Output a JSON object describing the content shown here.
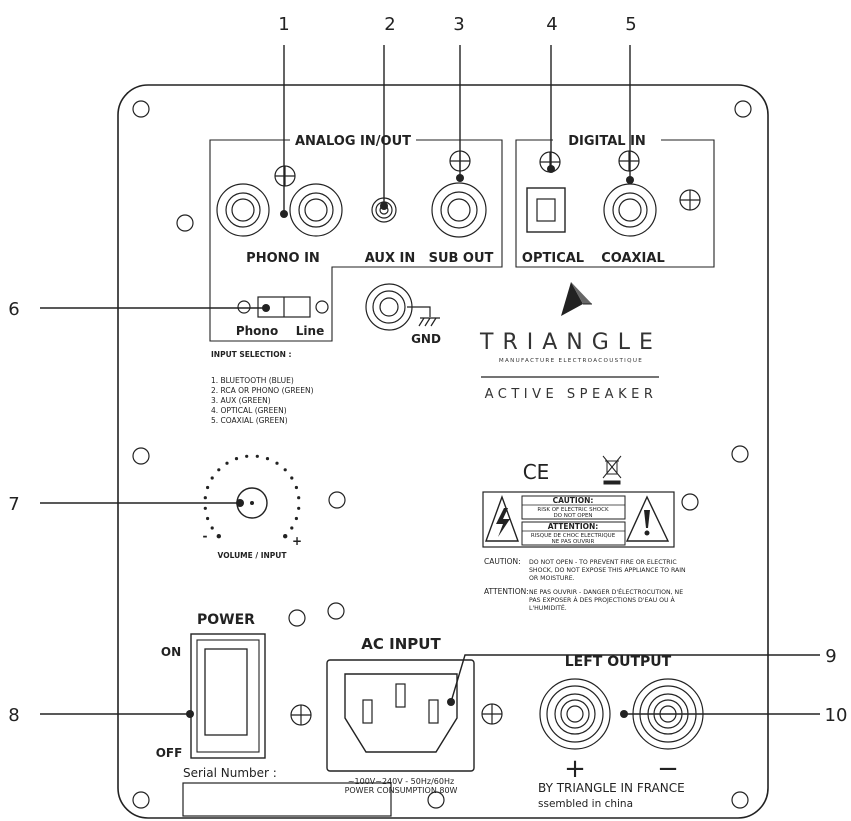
{
  "callouts": {
    "c1": "1",
    "c2": "2",
    "c3": "3",
    "c4": "4",
    "c5": "5",
    "c6": "6",
    "c7": "7",
    "c8": "8",
    "c9": "9",
    "c10": "10"
  },
  "panel": {
    "analog_title": "ANALOG IN/OUT",
    "digital_title": "DIGITAL IN",
    "phono_in": "PHONO IN",
    "aux_in": "AUX IN",
    "sub_out": "SUB OUT",
    "optical": "OPTICAL",
    "coaxial": "COAXIAL",
    "switch_phono": "Phono",
    "switch_line": "Line",
    "gnd": "GND",
    "input_selection": {
      "title": "INPUT SELECTION :",
      "items": [
        "1. BLUETOOTH (BLUE)",
        "2. RCA OR PHONO (GREEN)",
        "3. AUX (GREEN)",
        "4. OPTICAL (GREEN)",
        "5. COAXIAL (GREEN)"
      ]
    },
    "volume_label": "VOLUME / INPUT",
    "vol_minus": "-",
    "vol_plus": "+",
    "power": "POWER",
    "power_on": "ON",
    "power_off": "OFF",
    "ac_input": "AC INPUT",
    "ac_spec_1": "~100V~240V - 50Hz/60Hz",
    "ac_spec_2": "POWER CONSUMPTION 80W",
    "left_output": "LEFT OUTPUT",
    "plus": "+",
    "minus": "−",
    "serial_label": "Serial Number :",
    "made_by": "BY TRIANGLE IN FRANCE",
    "assembled": "ssembled in china"
  },
  "brand": {
    "name": "TRIANGLE",
    "tagline": "MANUFACTURE ELECTROACOUSTIQUE",
    "product": "ACTIVE SPEAKER"
  },
  "safety": {
    "ce": "CE",
    "caution_head": "CAUTION:",
    "caution_sub1": "RISK OF ELECTRIC SHOCK",
    "caution_sub2": "DO NOT OPEN",
    "attention_head": "ATTENTION:",
    "attention_sub1": "RISQUE DE CHOC ELECTRIQUE",
    "attention_sub2": "NE PAS OUVRIR",
    "caution_label": "CAUTION:",
    "caution_lines": [
      "DO NOT OPEN - TO PREVENT FIRE OR ELECTRIC",
      "SHOCK, DO NOT EXPOSE THIS APPLIANCE TO RAIN",
      "OR MOISTURE."
    ],
    "attention_label": "ATTENTION:",
    "attention_lines": [
      "NE PAS OUVRIR - DANGER D'ÉLECTROCUTION, NE",
      "PAS EXPOSER À DES PROJECTIONS D'EAU OU À",
      "L'HUMIDITÉ."
    ]
  }
}
